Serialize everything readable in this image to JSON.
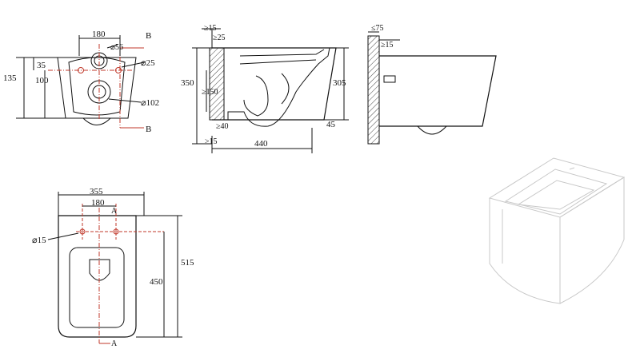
{
  "front_view": {
    "width_label": "180",
    "inlet_label": "⌀56",
    "section_mark_top": "B",
    "section_mark_bottom": "B",
    "hole_label": "⌀25",
    "height_label": "135",
    "offset_label": "35",
    "spacing_label": "100",
    "outlet_label": "⌀102"
  },
  "side_section": {
    "top_clearance_label": "≥15",
    "wall_gap_label": "≥25",
    "total_height_label": "350",
    "outlet_height_label": "≥150",
    "bowl_height_label": "305",
    "bottom_gap_label": "≥40",
    "floor_gap_label": "≥15",
    "rim_offset_label": "45",
    "depth_label": "440"
  },
  "wall_view": {
    "wall_thickness_label": "≤75",
    "gap_label": "≥15"
  },
  "top_view": {
    "overall_width_label": "355",
    "hole_spacing_label": "180",
    "section_mark_top": "A",
    "section_mark_bottom": "A",
    "hole_label": "⌀15",
    "total_length_label": "515",
    "hole_to_front_label": "450"
  },
  "colors": {
    "line": "#111111",
    "dim": "#222222",
    "red": "#c0392b",
    "hatch": "#555555",
    "render_line": "#bfbfbf"
  }
}
